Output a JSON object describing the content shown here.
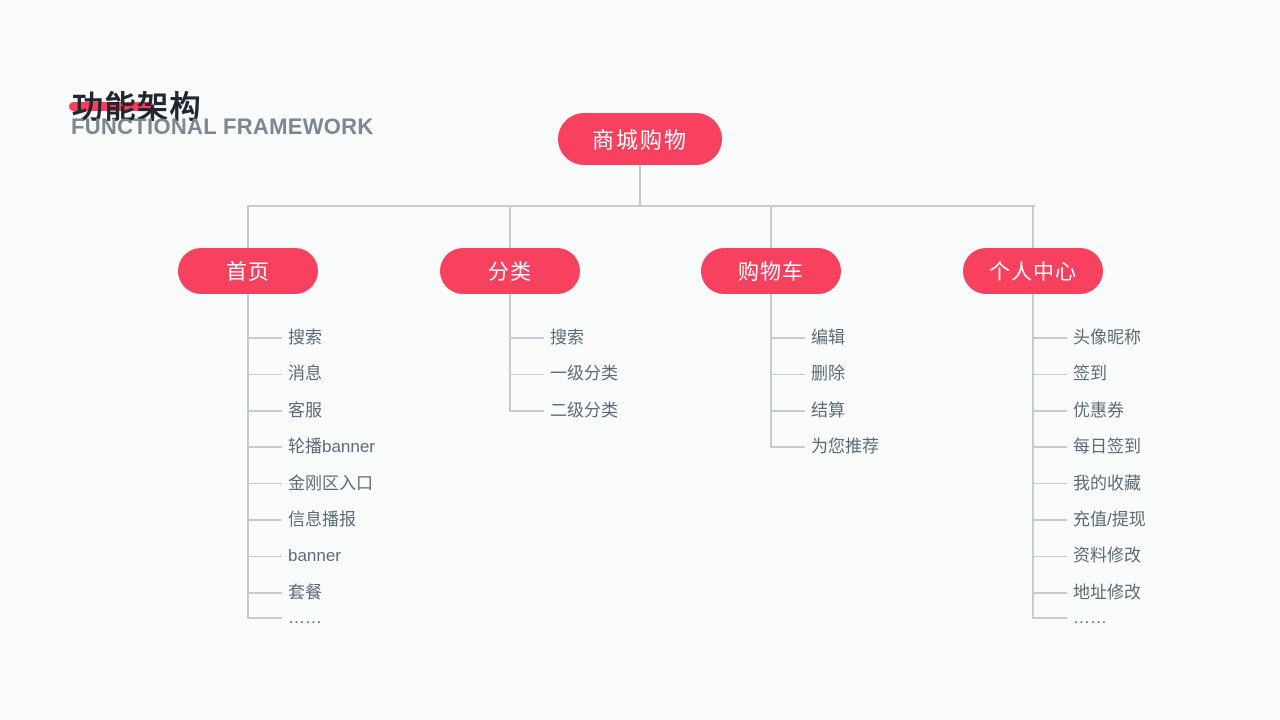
{
  "header": {
    "title": "功能架构",
    "subtitle": "FUNCTIONAL FRAMEWORK"
  },
  "diagram": {
    "root": {
      "label": "商城购物"
    },
    "branches": [
      {
        "label": "首页",
        "items": [
          "搜索",
          "消息",
          "客服",
          "轮播banner",
          "金刚区入口",
          "信息播报",
          "banner",
          "套餐",
          "……"
        ]
      },
      {
        "label": "分类",
        "items": [
          "搜索",
          "一级分类",
          "二级分类"
        ]
      },
      {
        "label": "购物车",
        "items": [
          "编辑",
          "删除",
          "结算",
          "为您推荐"
        ]
      },
      {
        "label": "个人中心",
        "items": [
          "头像昵称",
          "签到",
          "优惠券",
          "每日签到",
          "我的收藏",
          "充值/提现",
          "资料修改",
          "地址修改",
          "……"
        ]
      }
    ]
  },
  "colors": {
    "accent": "#F8415F",
    "accent_bar": "#FB3E5D",
    "line": "#C6CBD0",
    "item_text": "#5C6B79",
    "title_text": "#22262E",
    "subtitle_text": "#7C8793",
    "background": "#FAFBFB",
    "pill_text": "#FFFFFF"
  }
}
